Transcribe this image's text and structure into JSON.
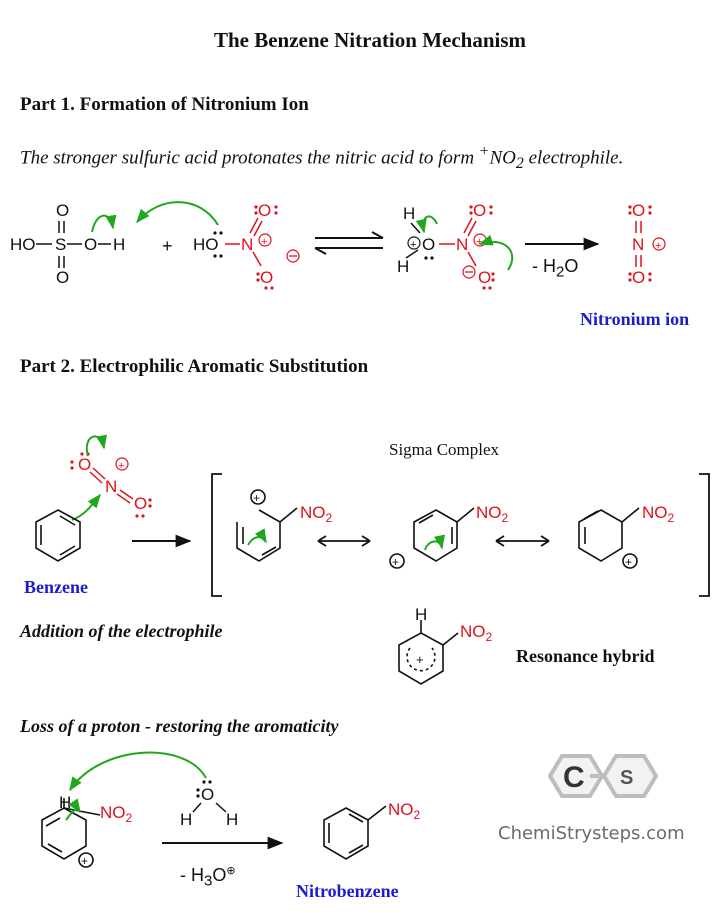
{
  "title": "The Benzene Nitration Mechanism",
  "part1": {
    "heading": "Part 1. Formation of Nitronium Ion",
    "caption_before": "The stronger sulfuric acid protonates the nitric acid to form ",
    "caption_sup": "+",
    "caption_species": "NO",
    "caption_sub": "2",
    "caption_after": " electrophile.",
    "plus_sign": "+",
    "minus_water": "- H",
    "water_sub": "2",
    "water_o": "O",
    "product_label": "Nitronium ion"
  },
  "part2": {
    "heading": "Part 2. Electrophilic Aromatic Substitution",
    "sigma_label": "Sigma Complex",
    "benzene_label": "Benzene",
    "addition_label": "Addition of the electrophile",
    "hybrid_label": "Resonance hybrid",
    "loss_label": "Loss of a proton - restoring the aromaticity",
    "minus_h3o": "- H",
    "h3o_sub": "3",
    "h3o_o": "O",
    "product_label": "Nitrobenzene"
  },
  "logo": {
    "letter1": "C",
    "letter2": "S",
    "site": "ChemiStrysteps.com"
  },
  "colors": {
    "red": "#e0121b",
    "blue": "#1c1ccc",
    "green": "#1fa81f",
    "black": "#111111"
  }
}
